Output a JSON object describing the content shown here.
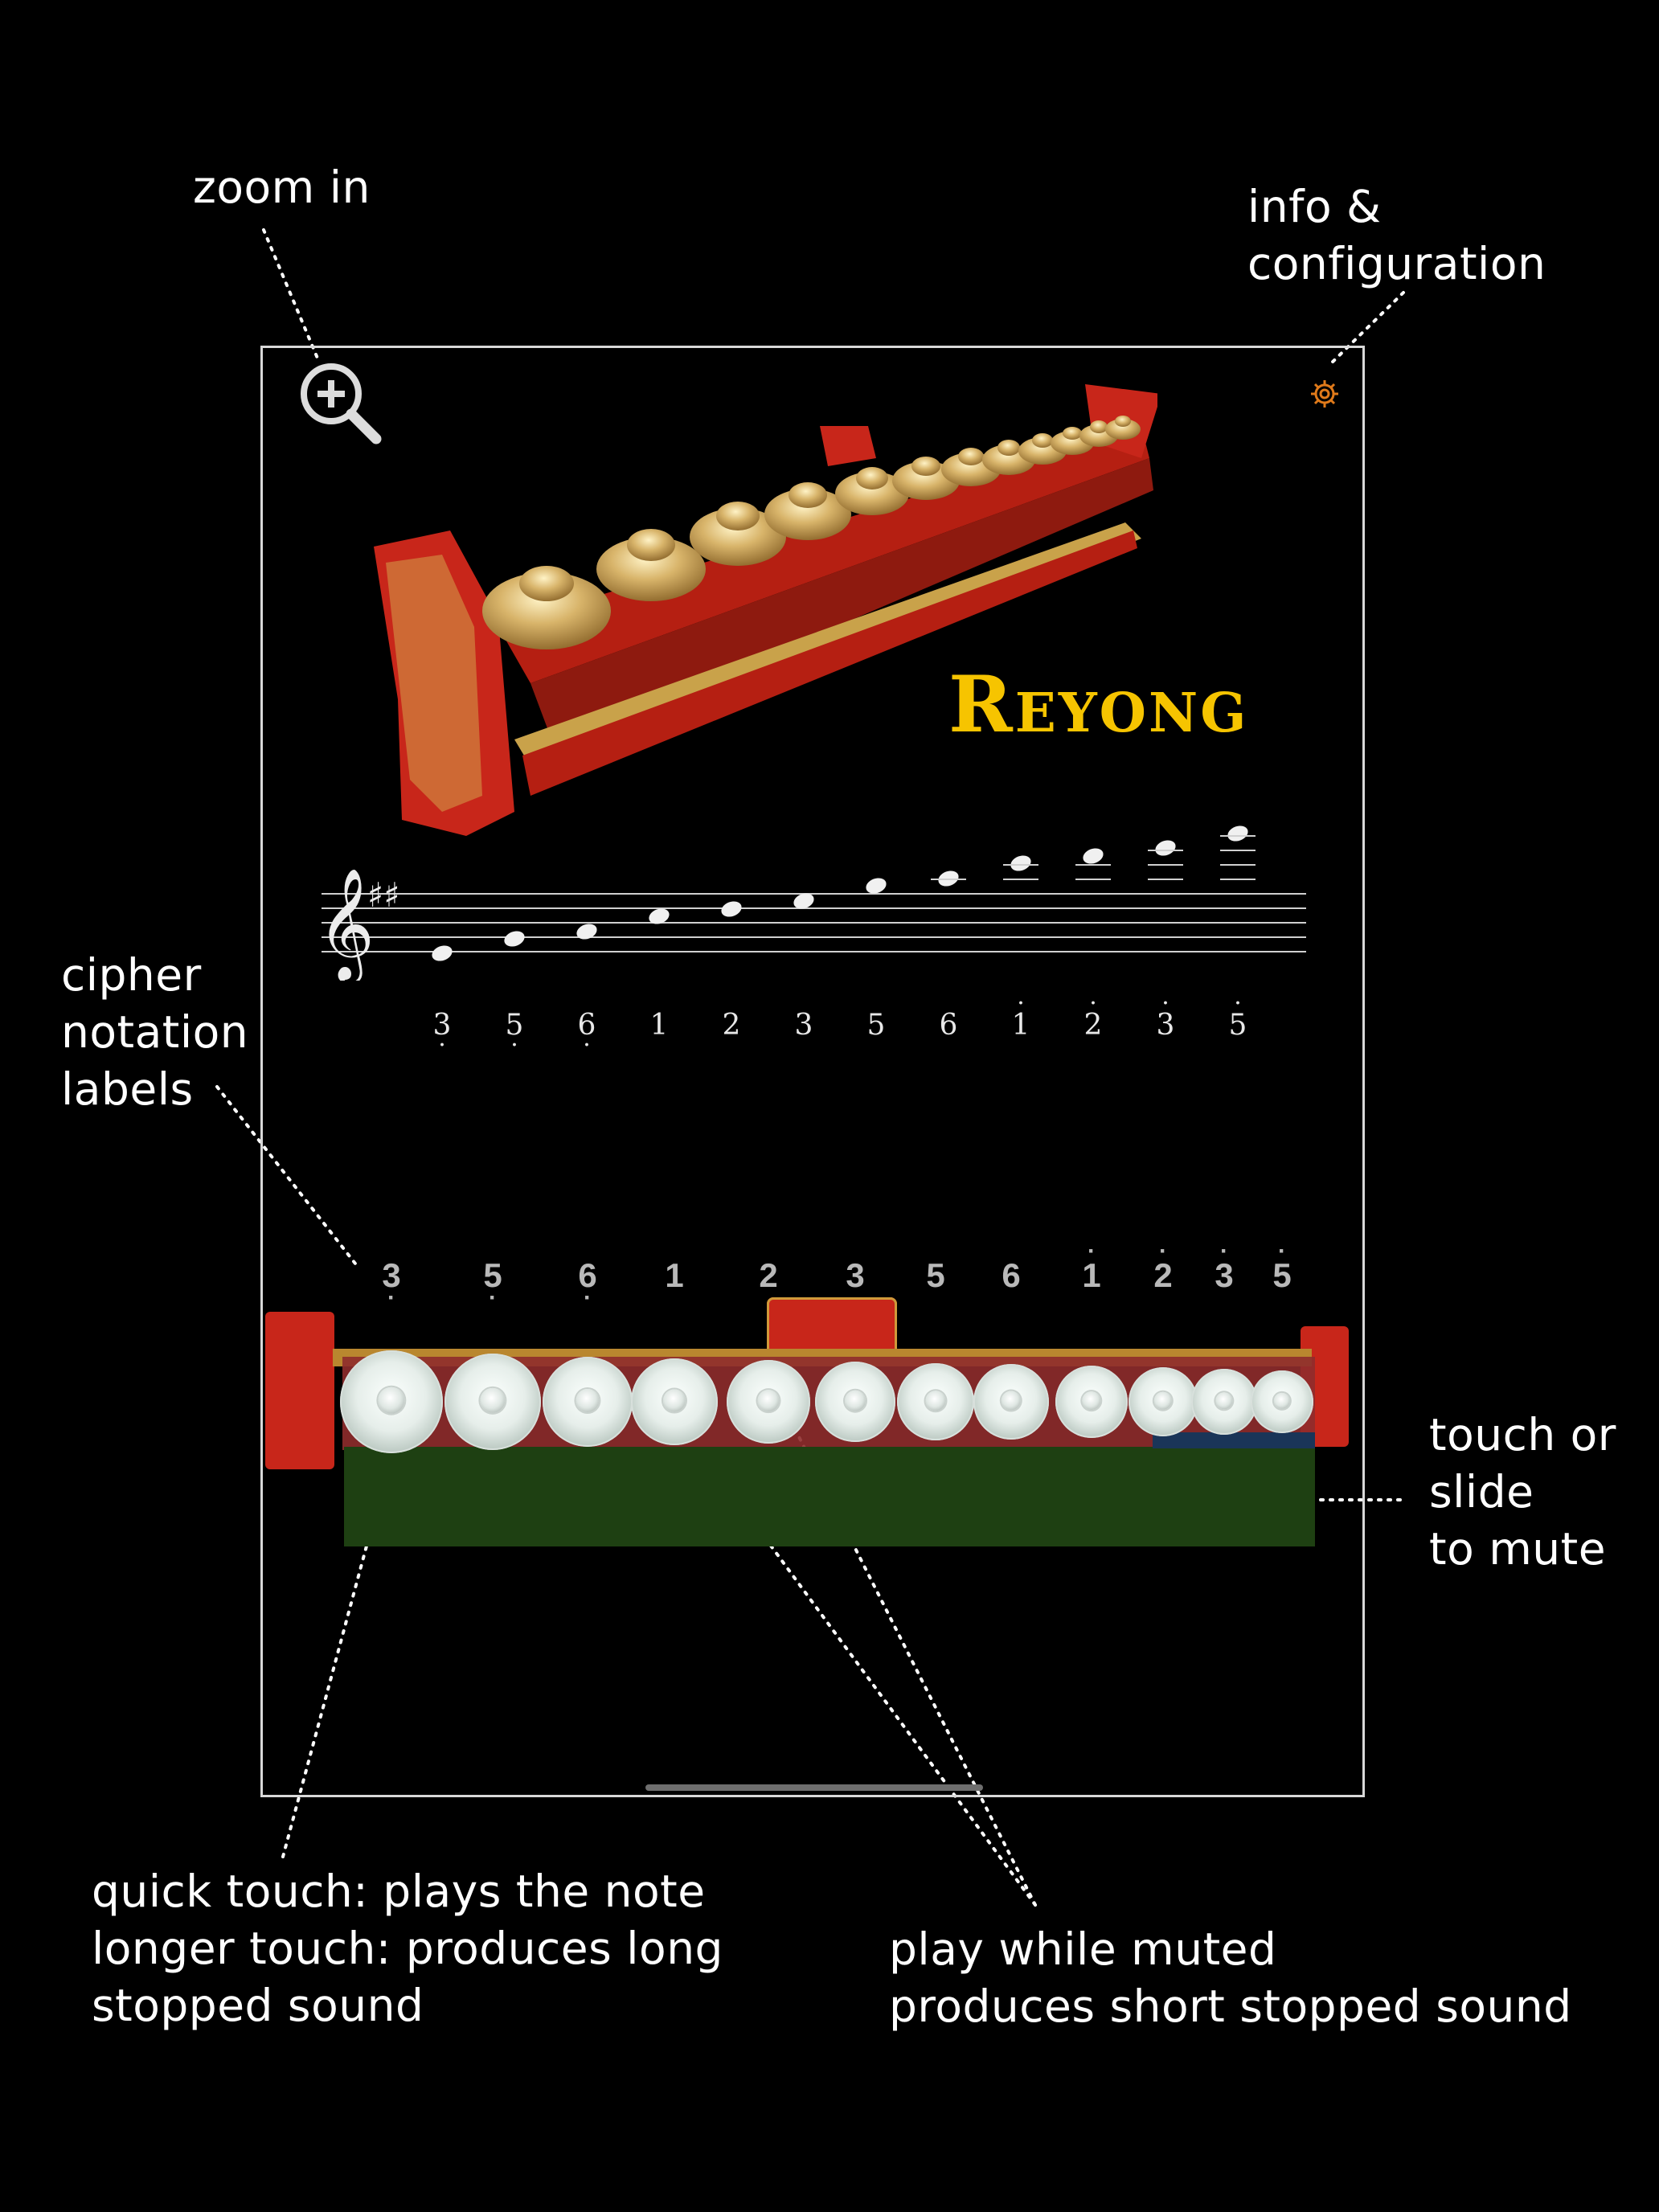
{
  "callouts": {
    "zoom": "zoom in",
    "info": "info &\nconfiguration",
    "cipher": "cipher\nnotation\nlabels",
    "mute": "touch or\nslide\nto mute",
    "touch": "quick touch: plays the note\nlonger touch: produces long\nstopped sound",
    "muted_play": "play while muted\nproduces short stopped sound"
  },
  "app": {
    "title": "Reyong"
  },
  "staff_labels": [
    {
      "digit": "3",
      "dot": "below"
    },
    {
      "digit": "5",
      "dot": "below"
    },
    {
      "digit": "6",
      "dot": "below"
    },
    {
      "digit": "1",
      "dot": ""
    },
    {
      "digit": "2",
      "dot": ""
    },
    {
      "digit": "3",
      "dot": ""
    },
    {
      "digit": "5",
      "dot": ""
    },
    {
      "digit": "6",
      "dot": ""
    },
    {
      "digit": "1",
      "dot": "above"
    },
    {
      "digit": "2",
      "dot": "above"
    },
    {
      "digit": "3",
      "dot": "above"
    },
    {
      "digit": "5",
      "dot": "above"
    }
  ],
  "key_labels": [
    {
      "digit": "3",
      "dot": "below"
    },
    {
      "digit": "5",
      "dot": "below"
    },
    {
      "digit": "6",
      "dot": "below"
    },
    {
      "digit": "1",
      "dot": ""
    },
    {
      "digit": "2",
      "dot": ""
    },
    {
      "digit": "3",
      "dot": ""
    },
    {
      "digit": "5",
      "dot": ""
    },
    {
      "digit": "6",
      "dot": ""
    },
    {
      "digit": "1",
      "dot": "above"
    },
    {
      "digit": "2",
      "dot": "above"
    },
    {
      "digit": "3",
      "dot": "above"
    },
    {
      "digit": "5",
      "dot": "above"
    }
  ],
  "icons": {
    "zoom": "zoom-in-icon",
    "settings": "gear-icon",
    "clef": "treble-clef-icon"
  },
  "colors": {
    "background": "#000000",
    "title": "#f6c400",
    "frame_red": "#c8261a",
    "mute_zone": "#1e4012",
    "settings": "#e07a1a"
  }
}
